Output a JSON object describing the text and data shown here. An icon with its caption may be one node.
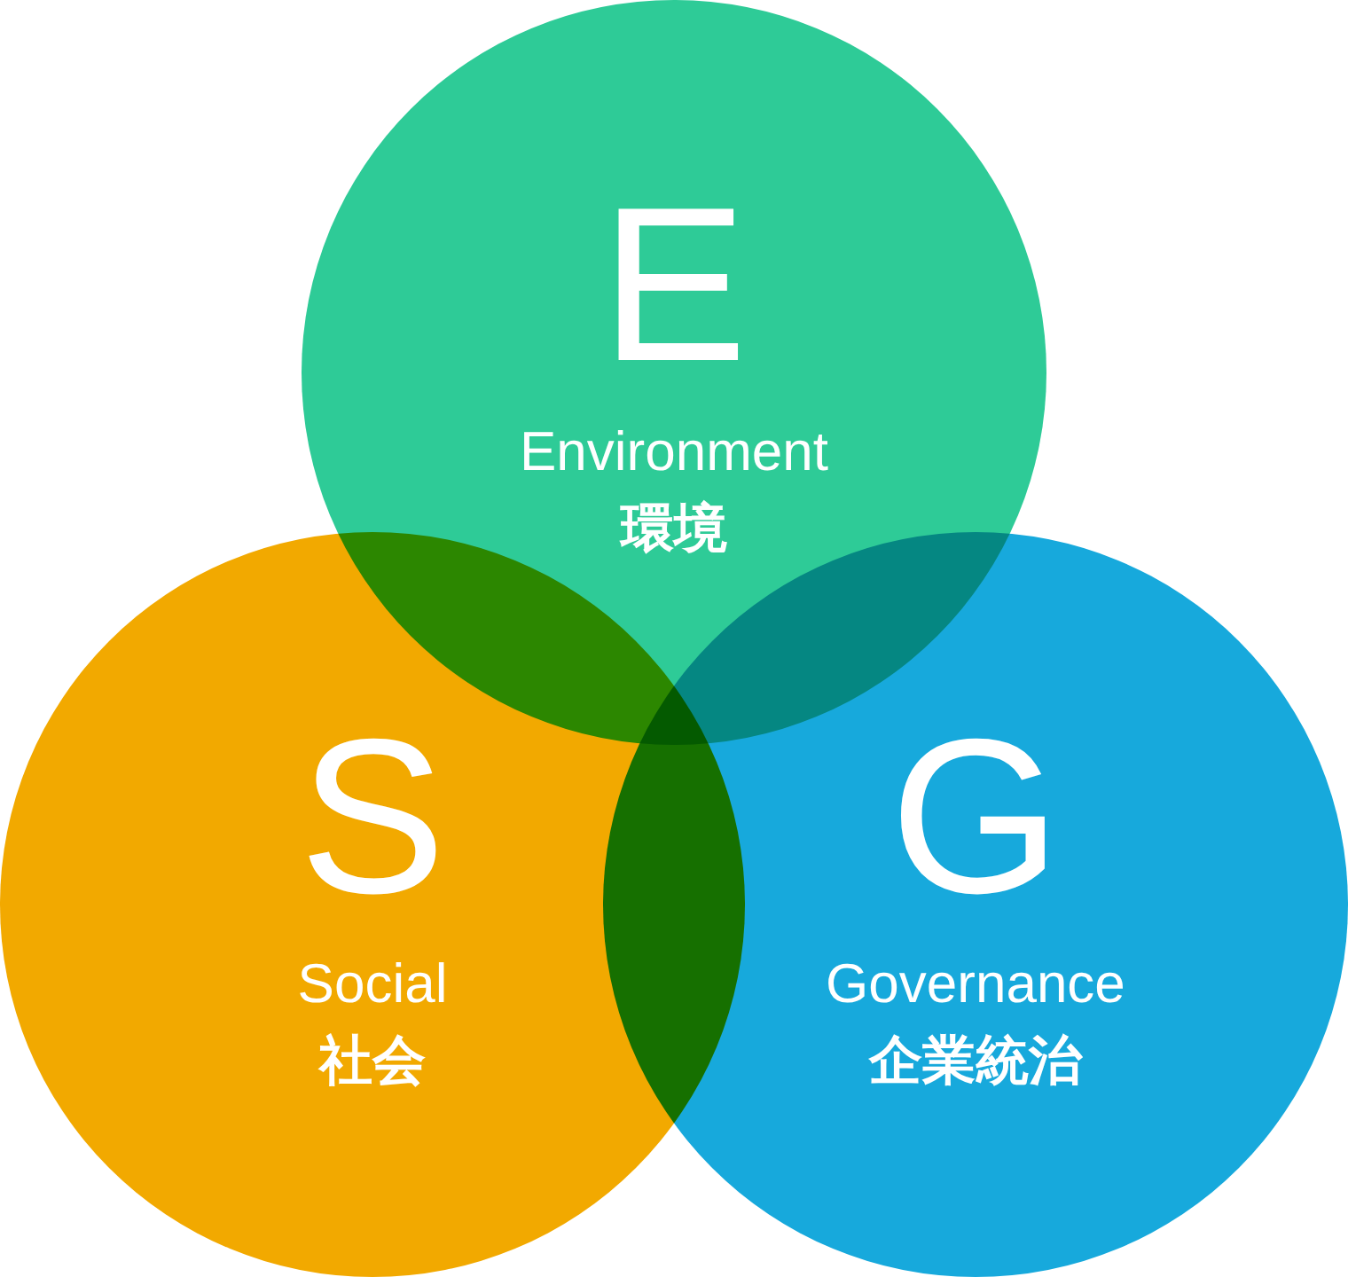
{
  "diagram": {
    "nodes": [
      {
        "text": [
          "E",
          "Environment",
          "環境"
        ]
      },
      {
        "text": [
          "S",
          "Social",
          "社会"
        ]
      },
      {
        "text": [
          "G",
          "Governance",
          "企業統治"
        ]
      }
    ]
  }
}
